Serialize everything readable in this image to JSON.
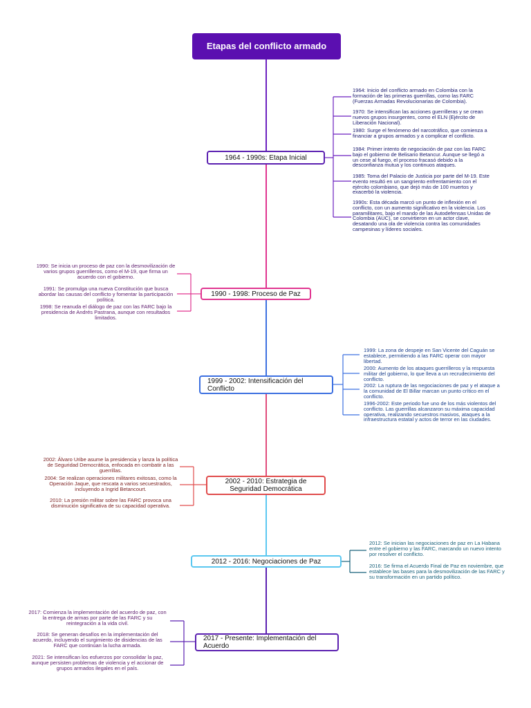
{
  "colors": {
    "title_bg": "#5b0fb0",
    "spine_1": "#6a1fbf",
    "spine_2": "#e0338f",
    "spine_3": "#3b6fe0",
    "spine_4": "#e04a7a",
    "spine_5": "#5ac7f0",
    "spine_6": "#5a1fb0",
    "node_1": "#5a1fb0",
    "node_2": "#e0338f",
    "node_3": "#3b6fe0",
    "node_4": "#e04a4a",
    "node_5": "#5ac7f0",
    "node_6": "#5a1fb0"
  },
  "title": "Etapas del conflicto armado",
  "stages": [
    {
      "label": "1964 - 1990s: Etapa Inicial",
      "notes": [
        "1964: Inicio del conflicto armado en Colombia con la formación de las primeras guerrillas, como las FARC (Fuerzas Armadas Revolucionarias de Colombia).",
        "1970: Se intensifican las acciones guerrilleras y se crean nuevos grupos insurgentes, como el ELN (Ejército de Liberación Nacional).",
        "1980: Surge el fenómeno del narcotráfico, que comienza a financiar a grupos armados y a complicar el conflicto.",
        "1984: Primer intento de negociación de paz con las FARC bajo el gobierno de Belisario Betancur. Aunque se llegó a un cese al fuego, el proceso fracasó debido a la desconfianza mutua y los continuos ataques.",
        "1985: Toma del Palacio de Justicia por parte del M-19. Este evento resultó en un sangriento enfrentamiento con el ejército colombiano, que dejó más de 100 muertos y exacerbó la violencia.",
        "1990s: Esta década marcó un punto de inflexión en el conflicto, con un aumento significativo en la violencia. Los paramilitares, bajo el mando de las Autodefensas Unidas de Colombia (AUC), se convirtieron en un actor clave, desatando una ola de violencia contra las comunidades campesinas y líderes sociales."
      ]
    },
    {
      "label": "1990 - 1998: Proceso de Paz",
      "notes": [
        "1990: Se inicia un proceso de paz con la desmovilización de varios grupos guerrilleros, como el M-19, que firma un acuerdo con el gobierno.",
        "1991: Se promulga una nueva Constitución que busca abordar las causas del conflicto y fomentar la participación política.",
        "1998: Se reanuda el diálogo de paz con las FARC bajo la presidencia de Andrés Pastrana, aunque con resultados limitados."
      ]
    },
    {
      "label": "1999 - 2002: Intensificación del Conflicto",
      "notes": [
        "1999: La zona de despeje en San Vicente del Caguán se establece, permitiendo a las FARC operar con mayor libertad.",
        "2000: Aumento de los ataques guerrilleros y la respuesta militar del gobierno, lo que lleva a un recrudecimiento del conflicto.",
        "2002: La ruptura de las negociaciones de paz y el ataque a la comunidad de El Billar marcan un punto crítico en el conflicto.",
        "1996-2002: Este periodo fue uno de los más violentos del conflicto. Las guerrillas alcanzaron su máxima capacidad operativa, realizando secuestros masivos, ataques a la infraestructura estatal y actos de terror en las ciudades."
      ]
    },
    {
      "label": "2002 - 2010: Estrategia de Seguridad Democrática",
      "notes": [
        "2002: Álvaro Uribe asume la presidencia y lanza la política de Seguridad Democrática, enfocada en combatir a las guerrillas.",
        "2004: Se realizan operaciones militares exitosas, como la Operación Jaque, que rescata a varios secuestrados, incluyendo a Ingrid Betancourt.",
        "2010: La presión militar sobre las FARC provoca una disminución significativa de su capacidad operativa."
      ]
    },
    {
      "label": "2012 - 2016: Negociaciones de Paz",
      "notes": [
        "2012: Se inician las negociaciones de paz en La Habana entre el gobierno y las FARC, marcando un nuevo intento por resolver el conflicto.",
        "2016: Se firma el Acuerdo Final de Paz en noviembre, que establece las bases para la desmovilización de las FARC y su transformación en un partido político."
      ]
    },
    {
      "label": "2017 - Presente: Implementación del Acuerdo",
      "notes": [
        "2017: Comienza la implementación del acuerdo de paz, con la entrega de armas por parte de las FARC y su reintegración a la vida civil.",
        "2018: Se generan desafíos en la implementación del acuerdo, incluyendo el surgimiento de disidencias de las FARC que continúan la lucha armada.",
        "2021: Se intensifican los esfuerzos por consolidar la paz, aunque persisten problemas de violencia y el accionar de grupos armados ilegales en el país."
      ]
    }
  ]
}
